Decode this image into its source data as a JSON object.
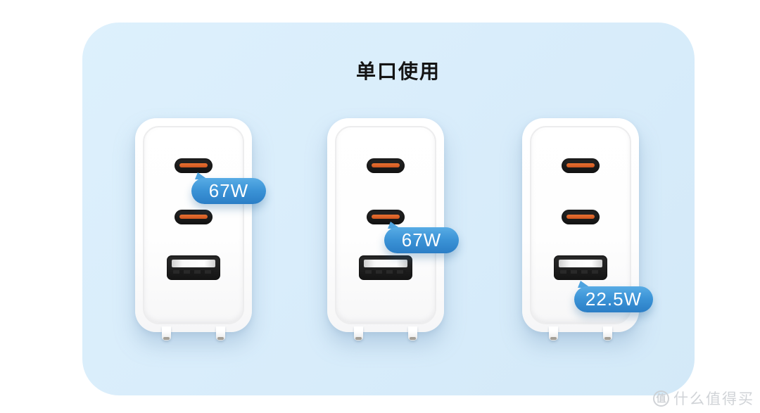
{
  "page": {
    "title": "单口使用"
  },
  "colors": {
    "canvas_bg": "#FFFFFF",
    "panel_bg": "#D9EDFB",
    "badge_blue_top": "#58ACE5",
    "badge_blue_bottom": "#2B7EC6",
    "usb_c_pin_orange": "#DB6128",
    "port_black": "#1A1A1A",
    "title_color": "#141414",
    "watermark_gray": "#CBCFD3"
  },
  "chargers": [
    {
      "id": "left",
      "ports": [
        {
          "type": "usb-c",
          "position": "top"
        },
        {
          "type": "usb-c",
          "position": "middle"
        },
        {
          "type": "usb-a",
          "position": "bottom"
        }
      ],
      "badge": {
        "label": "67W",
        "points_to": "usb-c-port-1"
      }
    },
    {
      "id": "middle",
      "ports": [
        {
          "type": "usb-c",
          "position": "top"
        },
        {
          "type": "usb-c",
          "position": "middle"
        },
        {
          "type": "usb-a",
          "position": "bottom"
        }
      ],
      "badge": {
        "label": "67W",
        "points_to": "usb-c-port-2"
      }
    },
    {
      "id": "right",
      "ports": [
        {
          "type": "usb-c",
          "position": "top"
        },
        {
          "type": "usb-c",
          "position": "middle"
        },
        {
          "type": "usb-a",
          "position": "bottom"
        }
      ],
      "badge": {
        "label": "22.5W",
        "points_to": "usb-a-port"
      }
    }
  ],
  "watermark": {
    "logo_char": "值",
    "text": "什么值得买"
  }
}
